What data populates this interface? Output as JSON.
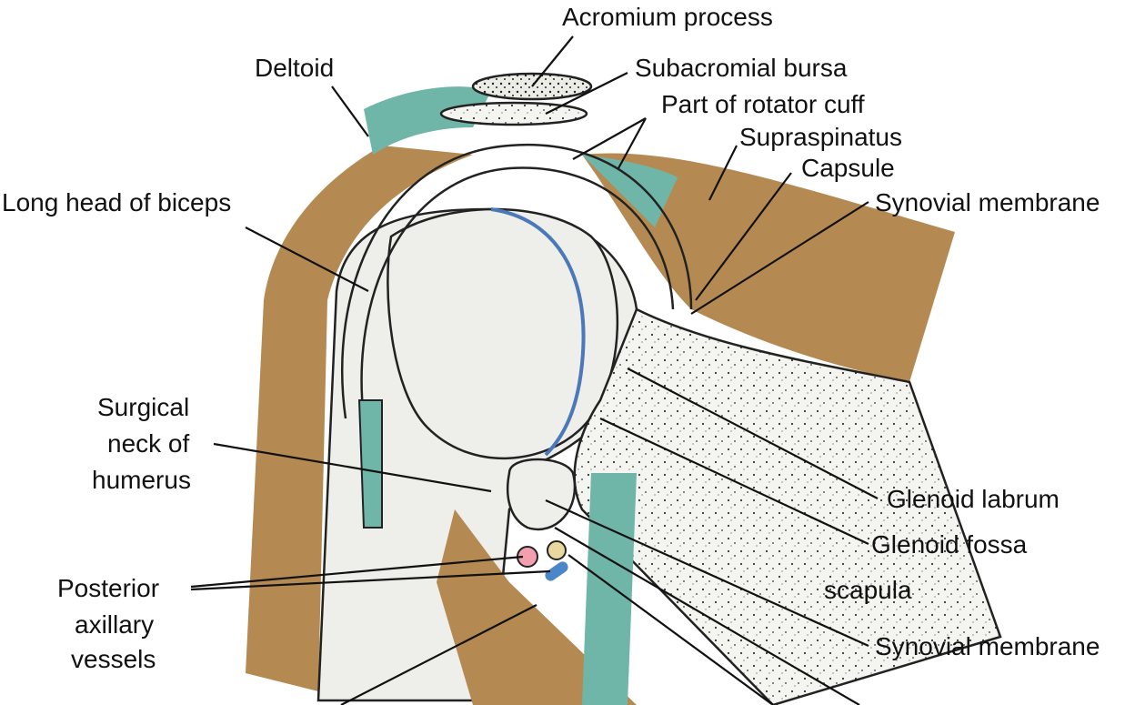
{
  "labels": {
    "acromium": "Acromium process",
    "deltoid": "Deltoid",
    "bursa": "Subacromial bursa",
    "rotator_cuff": "Part of rotator cuff",
    "supraspinatus": "Supraspinatus",
    "capsule": "Capsule",
    "synovial_top": "Synovial membrane",
    "biceps": "Long head of biceps",
    "surgical_neck_1": "Surgical",
    "surgical_neck_2": "neck of",
    "surgical_neck_3": "humerus",
    "glenoid_labrum": "Glenoid labrum",
    "glenoid_fossa": "Glenoid fossa",
    "scapula": "scapula",
    "axillary_1": "Posterior",
    "axillary_2": "axillary",
    "axillary_3": "vessels",
    "synovial_bottom": "Synovial membrane"
  },
  "colors": {
    "muscle": "#b58a52",
    "tendon": "#6fb6a8",
    "synovial": "#4a78b8",
    "artery": "#f2a0b0",
    "nerve": "#e8d8a0",
    "vein": "#4a86c8"
  }
}
